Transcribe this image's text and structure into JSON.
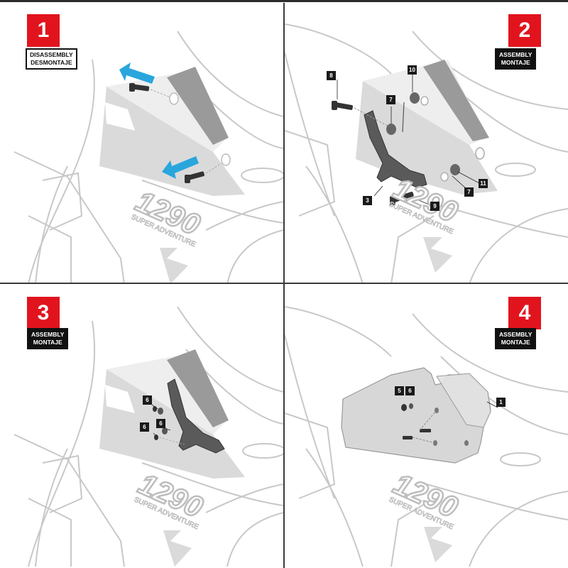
{
  "steps": [
    {
      "number": "1",
      "label_line1": "DISASSEMBLY",
      "label_line2": "DESMONTAJE",
      "callouts": []
    },
    {
      "number": "2",
      "label_line1": "ASSEMBLY",
      "label_line2": "MONTAJE",
      "callouts": [
        "8",
        "10",
        "7",
        "3",
        "7",
        "11",
        "9"
      ]
    },
    {
      "number": "3",
      "label_line1": "ASSEMBLY",
      "label_line2": "MONTAJE",
      "callouts": [
        "6",
        "6",
        "6"
      ]
    },
    {
      "number": "4",
      "label_line1": "ASSEMBLY",
      "label_line2": "MONTAJE",
      "callouts": [
        "5",
        "6",
        "1"
      ]
    }
  ],
  "decal_text": {
    "model": "1290",
    "subtitle": "SUPER ADVENTURE"
  },
  "colors": {
    "badge": "#e1141e",
    "arrow": "#2aa6dc",
    "line": "#c8c8c8",
    "panel_fill": "#d9d9d9"
  }
}
